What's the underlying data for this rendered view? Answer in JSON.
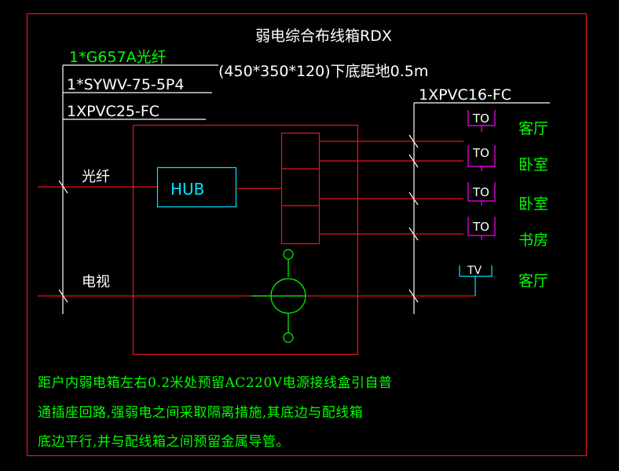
{
  "title": "弱电综合布线箱RDX",
  "subtitle": "(450*350*120)下底距地0.5m",
  "incoming_cables": [
    "1*G657A光纤",
    "1*SYWV-75-5P4",
    "1XPVC25-FC"
  ],
  "outgoing_conduit": "1XPVC16-FC",
  "inputs": {
    "fiber": "光纤",
    "tv": "电视"
  },
  "hub_label": "HUB",
  "outlets": [
    {
      "symbol": "TO",
      "room": "客厅"
    },
    {
      "symbol": "TO",
      "room": "卧室"
    },
    {
      "symbol": "TO",
      "room": "卧室"
    },
    {
      "symbol": "TO",
      "room": "书房"
    },
    {
      "symbol": "TV",
      "room": "客厅"
    }
  ],
  "notes": [
    "距户内弱电箱左右0.2米处预留AC220V电源接线盒引自普",
    "通插座回路,强弱电之间采取隔离措施,其底边与配线箱",
    "底边平行,并与配线箱之间预留金属导管。"
  ],
  "colors": {
    "background": "#000000",
    "frame": "#e8141e",
    "text_green": "#00ff00",
    "line_white": "#ffffff",
    "hub_cyan": "#00e5ff",
    "outlet_magenta": "#ff00ff",
    "tv_cyan": "#00e5ff"
  }
}
